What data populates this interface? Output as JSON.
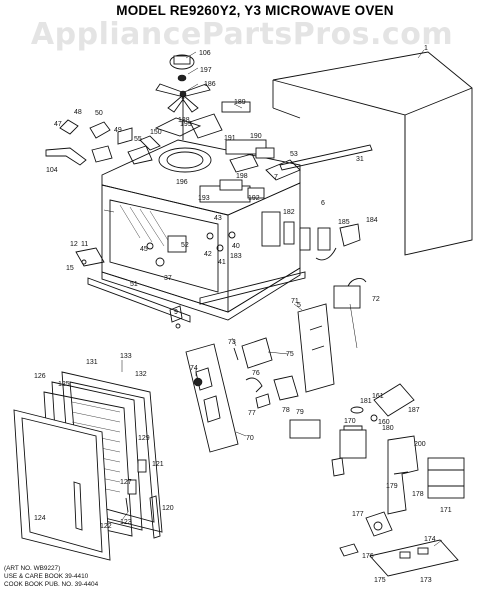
{
  "watermark": "AppliancePartsPros.com",
  "title": "MODEL RE9260Y2, Y3 MICROWAVE OVEN",
  "notes": [
    "(ART NO. WB9227)",
    "USE & CARE BOOK 39-4410",
    "COOK BOOK PUB. NO. 39-4404"
  ],
  "part_labels": [
    "1",
    "5",
    "6",
    "7",
    "9",
    "11",
    "12",
    "15",
    "31",
    "37",
    "40",
    "41",
    "42",
    "43",
    "45",
    "47",
    "48",
    "49",
    "50",
    "51",
    "52",
    "53",
    "55",
    "70",
    "71",
    "72",
    "73",
    "74",
    "75",
    "76",
    "77",
    "78",
    "79",
    "104",
    "106",
    "120",
    "121",
    "122",
    "123",
    "124",
    "125",
    "126",
    "127",
    "129",
    "131",
    "132",
    "133",
    "150",
    "160",
    "161",
    "170",
    "171",
    "173",
    "174",
    "175",
    "176",
    "177",
    "178",
    "179",
    "180",
    "181",
    "182",
    "183",
    "184",
    "185",
    "186",
    "187",
    "188",
    "189",
    "190",
    "191",
    "192",
    "193",
    "196",
    "197",
    "198",
    "199",
    "200"
  ]
}
